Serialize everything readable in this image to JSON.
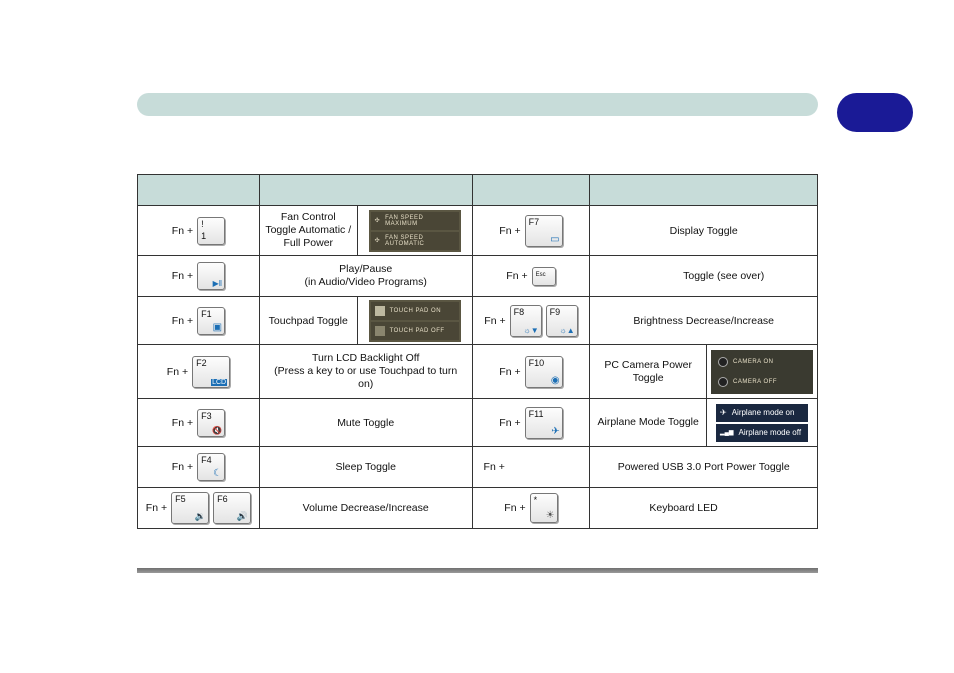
{
  "table": {
    "headers": [
      "",
      "",
      "",
      ""
    ],
    "rows": [
      {
        "left_prefix": "Fn +",
        "left_keys": [
          {
            "cap": "!",
            "sub": "1",
            "icon": ""
          }
        ],
        "left_func": "Fan Control\nToggle Automatic / Full Power",
        "left_panel": [
          "FAN SPEED MAXIMUM",
          "FAN SPEED AUTOMATIC"
        ],
        "right_prefix": "Fn +",
        "right_keys": [
          {
            "cap": "F7",
            "icon": "display-icon"
          }
        ],
        "right_func": "Display Toggle"
      },
      {
        "left_prefix": "Fn +",
        "left_keys": [
          {
            "cap": "",
            "icon": "play-pause-icon"
          }
        ],
        "left_func": "Play/Pause\n(in Audio/Video Programs)",
        "right_prefix": "Fn +",
        "right_keys": [
          {
            "cap": "Esc",
            "icon": ""
          }
        ],
        "right_func": "Toggle (see over)"
      },
      {
        "left_prefix": "Fn +",
        "left_keys": [
          {
            "cap": "F1",
            "icon": "touchpad-icon"
          }
        ],
        "left_func": "Touchpad Toggle",
        "left_panel": [
          "TOUCH PAD ON",
          "TOUCH PAD OFF"
        ],
        "right_prefix": "Fn +",
        "right_keys": [
          {
            "cap": "F8",
            "icon": "brightness-down-icon"
          },
          {
            "cap": "F9",
            "icon": "brightness-up-icon"
          }
        ],
        "right_func": "Brightness Decrease/Increase"
      },
      {
        "left_prefix": "Fn +",
        "left_keys": [
          {
            "cap": "F2",
            "icon": "lcd-backlight-icon"
          }
        ],
        "left_func": "Turn LCD Backlight Off\n(Press a key to or use Touchpad to turn on)",
        "right_prefix": "Fn +",
        "right_keys": [
          {
            "cap": "F10",
            "icon": "camera-icon"
          }
        ],
        "right_func": "PC Camera Power Toggle",
        "right_panel": [
          "CAMERA ON",
          "CAMERA OFF"
        ]
      },
      {
        "left_prefix": "Fn +",
        "left_keys": [
          {
            "cap": "F3",
            "icon": "mute-icon"
          }
        ],
        "left_func": "Mute Toggle",
        "right_prefix": "Fn +",
        "right_keys": [
          {
            "cap": "F11",
            "icon": "airplane-icon"
          }
        ],
        "right_func": "Airplane Mode Toggle",
        "right_panel": [
          "Airplane mode on",
          "Airplane mode off"
        ]
      },
      {
        "left_prefix": "Fn +",
        "left_keys": [
          {
            "cap": "F4",
            "icon": "sleep-icon"
          }
        ],
        "left_func": "Sleep Toggle",
        "right_prefix": "Fn +",
        "right_keys": [],
        "right_func": "Powered USB 3.0 Port Power Toggle"
      },
      {
        "left_prefix": "Fn +",
        "left_keys": [
          {
            "cap": "F5",
            "icon": "volume-down-icon"
          },
          {
            "cap": "F6",
            "icon": "volume-up-icon"
          }
        ],
        "left_func": "Volume Decrease/Increase",
        "right_prefix": "Fn +",
        "right_keys": [
          {
            "cap": "*",
            "icon": "keyboard-led-icon"
          }
        ],
        "right_func": "Keyboard LED"
      }
    ]
  },
  "icons": {
    "display-icon": "▭",
    "play-pause-icon": "▶‖",
    "touchpad-icon": "▣",
    "brightness-down-icon": "☼▼",
    "brightness-up-icon": "☼▲",
    "lcd-backlight-icon": "LCD",
    "camera-icon": "◉",
    "mute-icon": "🔇",
    "airplane-icon": "✈",
    "sleep-icon": "☾",
    "volume-down-icon": "🔉",
    "volume-up-icon": "🔊",
    "keyboard-led-icon": "☀",
    "fan-icon": "✣",
    "airplane-off-icon": "▂▄▆"
  },
  "colors": {
    "header": "#c7dcd9",
    "tab": "#1a1a96",
    "rule": "#7a7a7a"
  }
}
